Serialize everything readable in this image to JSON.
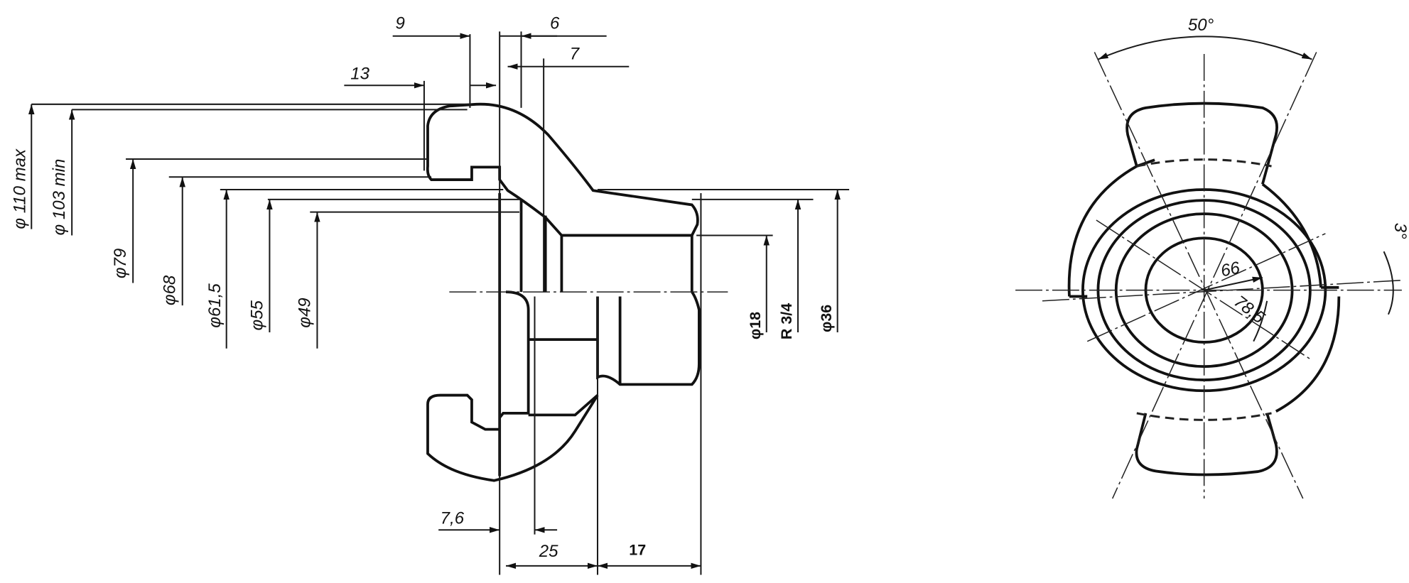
{
  "side_view": {
    "axial_dims": {
      "d9": "9",
      "d6": "6",
      "d7": "7",
      "d13": "13",
      "d7_6": "7,6",
      "d25": "25",
      "d17": "17"
    },
    "diameters": {
      "d110": "φ 110 max",
      "d103": "φ 103 min",
      "d79": "φ79",
      "d68": "φ68",
      "d61_5": "φ61,5",
      "d55": "φ55",
      "d49": "φ49",
      "d18": "φ18",
      "r34": "R 3/4",
      "d36": "φ36"
    }
  },
  "front_view": {
    "angle_top": "50°",
    "angle_side": "3°",
    "radius_inner": "66",
    "radius_outer": "78,5"
  }
}
